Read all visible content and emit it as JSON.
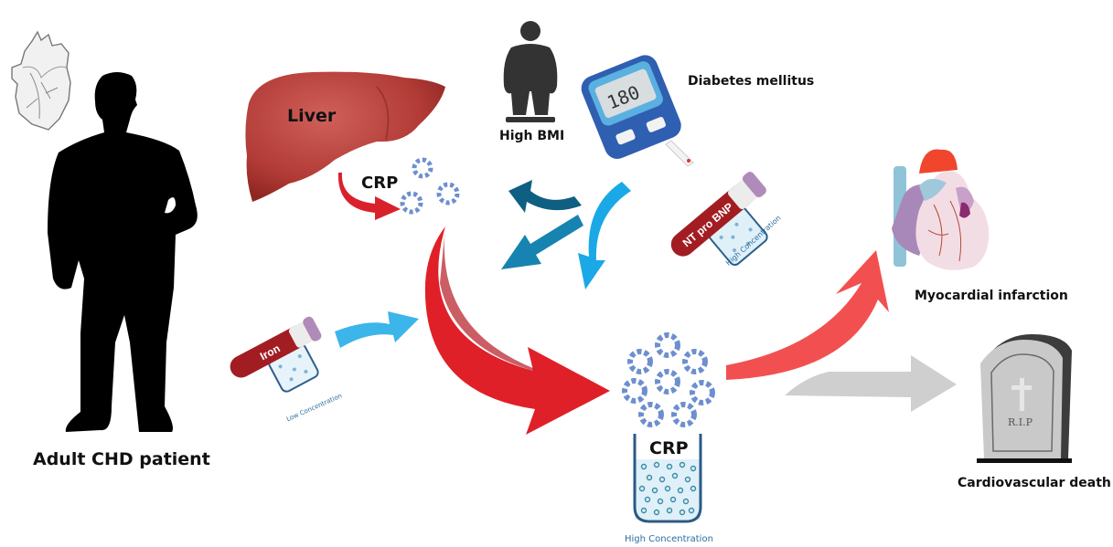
{
  "diagram": {
    "patient": {
      "label": "Adult CHD patient",
      "icon": "person-silhouette-icon"
    },
    "heart_sketch": {
      "icon": "anatomical-heart-sketch-icon"
    },
    "liver": {
      "label": "Liver",
      "icon": "liver-icon"
    },
    "crp_small": {
      "label": "CRP",
      "icon": "crp-protein-cluster-icon"
    },
    "high_bmi": {
      "label": "High BMI",
      "icon": "obese-person-on-scale-icon"
    },
    "diabetes": {
      "label": "Diabetes mellitus",
      "icon": "glucose-meter-icon",
      "meter_reading": "180"
    },
    "nt_pro_bnp": {
      "tube_label": "NT pro BNP",
      "concentration": "High Concentration",
      "icon": "blood-tube-icon"
    },
    "iron": {
      "tube_label": "Iron",
      "concentration": "Low Concentration",
      "icon": "blood-tube-icon"
    },
    "crp_large": {
      "label": "CRP",
      "concentration": "High Concentration",
      "icon": "crp-beaker-icon"
    },
    "mi": {
      "label": "Myocardial infarction",
      "icon": "infarcted-heart-icon"
    },
    "death": {
      "label": "Cardiovascular death",
      "icon": "tombstone-icon",
      "tombstone_text": "R.I.P"
    },
    "colors": {
      "red_arrow": "#d9212b",
      "salmon_arrow": "#f25050",
      "grey_arrow": "#cfcfcf",
      "light_blue_arrow": "#1aa9e6",
      "dark_blue_arrow": "#0e5f82",
      "mid_blue_arrow": "#1783b0",
      "liver": "#b8413c",
      "tube_red": "#a21d22",
      "protein_blue": "#6d8fcf"
    }
  }
}
